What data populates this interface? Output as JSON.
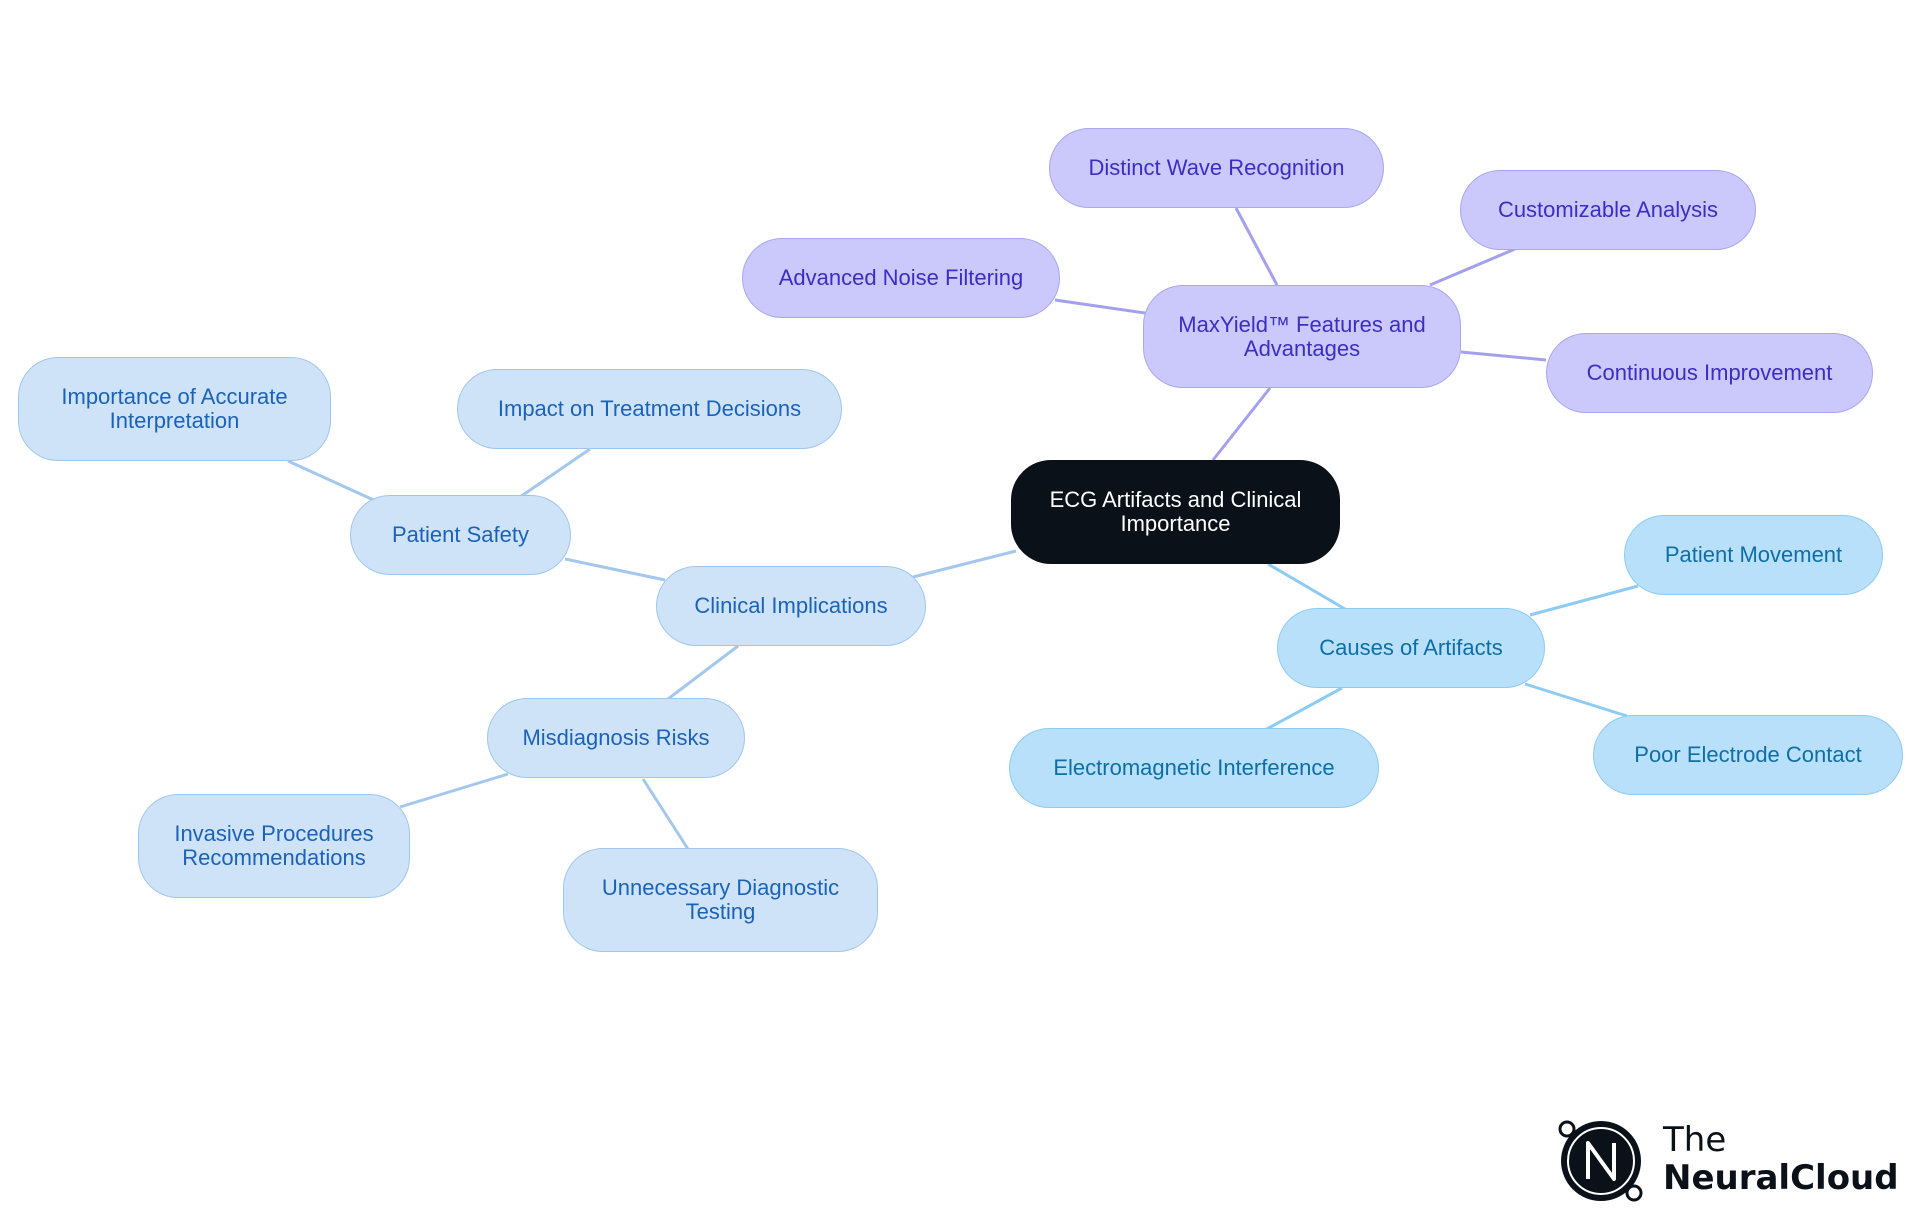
{
  "diagram": {
    "root": "ECG Artifacts and Clinical Importance",
    "branches": [
      {
        "label": "MaxYield™ Features and Advantages",
        "children": [
          "Distinct Wave Recognition",
          "Customizable Analysis",
          "Advanced Noise Filtering",
          "Continuous Improvement"
        ]
      },
      {
        "label": "Clinical Implications",
        "children": [
          {
            "label": "Patient Safety",
            "children": [
              "Importance of Accurate Interpretation",
              "Impact on Treatment Decisions"
            ]
          },
          {
            "label": "Misdiagnosis Risks",
            "children": [
              "Invasive Procedures Recommendations",
              "Unnecessary Diagnostic Testing"
            ]
          }
        ]
      },
      {
        "label": "Causes of Artifacts",
        "children": [
          "Patient Movement",
          "Poor Electrode Contact",
          "Electromagnetic Interference"
        ]
      }
    ]
  },
  "colors": {
    "root": "#0b1119",
    "maxyield_branch": "#cbc9fb",
    "clinical_branch": "#cfe3f8",
    "causes_branch": "#b8e0fb"
  },
  "logo": {
    "line1": "The",
    "line2": "NeuralCloud"
  }
}
